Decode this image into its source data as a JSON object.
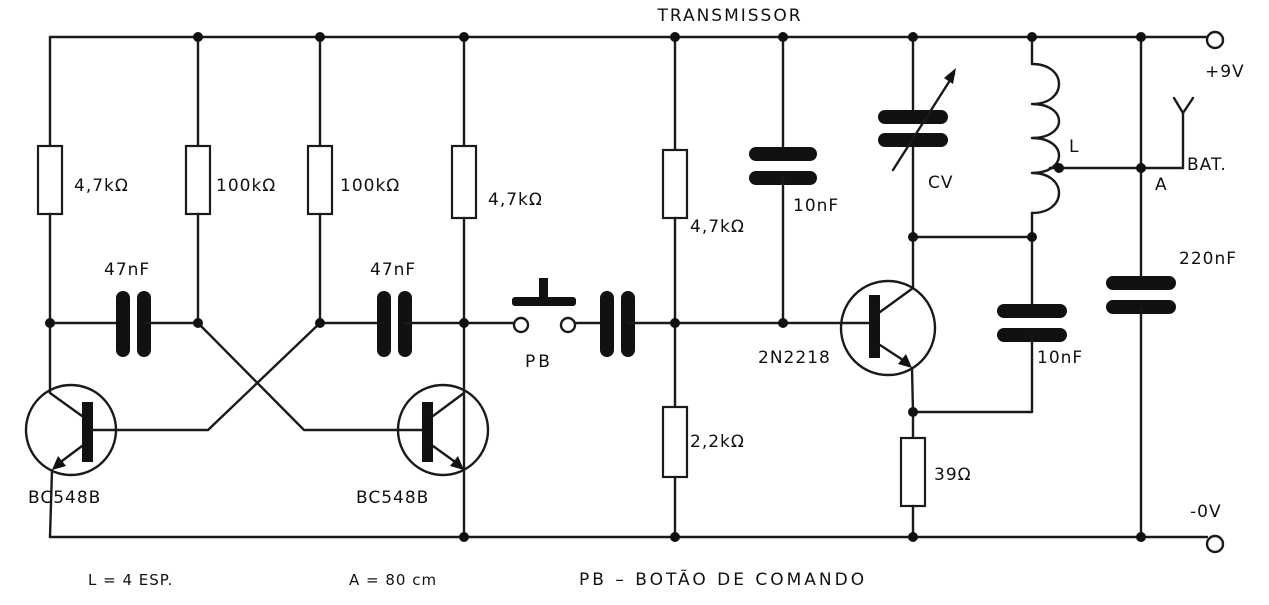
{
  "title": "TRANSMISSOR",
  "terminals": {
    "positive": "+9V",
    "negative": "-0V"
  },
  "antenna": {
    "label": "BAT.",
    "antenna_label": "A"
  },
  "resistors": {
    "r1": "4,7kΩ",
    "r2": "100kΩ",
    "r3": "100kΩ",
    "r4": "4,7kΩ",
    "r5": "4,7kΩ",
    "r6": "2,2kΩ",
    "r7": "39Ω"
  },
  "capacitors": {
    "c1": "47nF",
    "c2": "47nF",
    "c3": "10nF",
    "c4": "10nF",
    "c5": "220nF",
    "cv": "CV"
  },
  "inductor": "L",
  "transistors": {
    "q1": "BC548B",
    "q2": "BC548B",
    "q3": "2N2218"
  },
  "switch": "PB",
  "footnotes": {
    "coil": "L = 4 ESP.",
    "antenna_length": "A = 80 cm",
    "button": "PB – BOTÃO  DE  COMANDO"
  }
}
